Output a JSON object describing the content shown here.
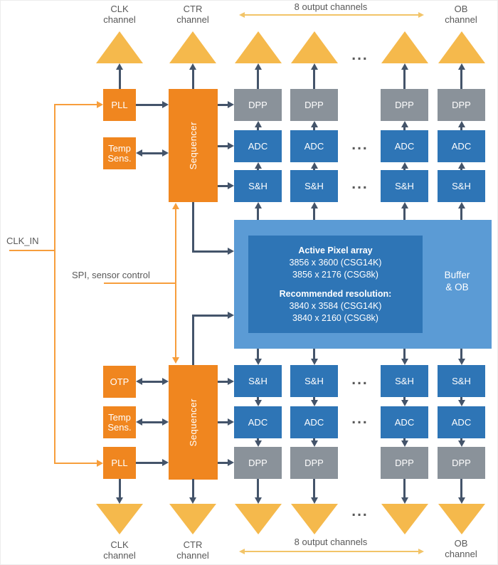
{
  "diagram": {
    "channels": {
      "clk": "CLK\nchannel",
      "ctr": "CTR\nchannel",
      "output": "8 output channels",
      "ob": "OB\nchannel"
    },
    "blocks": {
      "pll": "PLL",
      "temp_sensor": "Temp\nSens.",
      "sequencer": "Sequencer",
      "otp": "OTP",
      "dpp": "DPP",
      "adc": "ADC",
      "sh": "S&H"
    },
    "pixel_array": {
      "title": "Active Pixel array",
      "resolution_csg14k": "3856 x 3600 (CSG14K)",
      "resolution_csg8k": "3856 x 2176 (CSG8k)",
      "recommended_title": "Recommended resolution:",
      "recommended_csg14k": "3840 x 3584 (CSG14K)",
      "recommended_csg8k": "3840 x 2160 (CSG8k)"
    },
    "buffer": "Buffer\n& OB",
    "signals": {
      "clk_in": "CLK_IN",
      "spi": "SPI, sensor control"
    },
    "ellipsis": "...",
    "colors": {
      "orange_block": "#F0861F",
      "orange_line": "#F79E3C",
      "gold_triangle": "#F5B94C",
      "gold_arrow": "#F2C468",
      "blue_block": "#2E75B6",
      "light_blue": "#5B9BD5",
      "gray_block": "#8A929A",
      "dark_arrow": "#44546A",
      "label_text": "#595959"
    }
  }
}
